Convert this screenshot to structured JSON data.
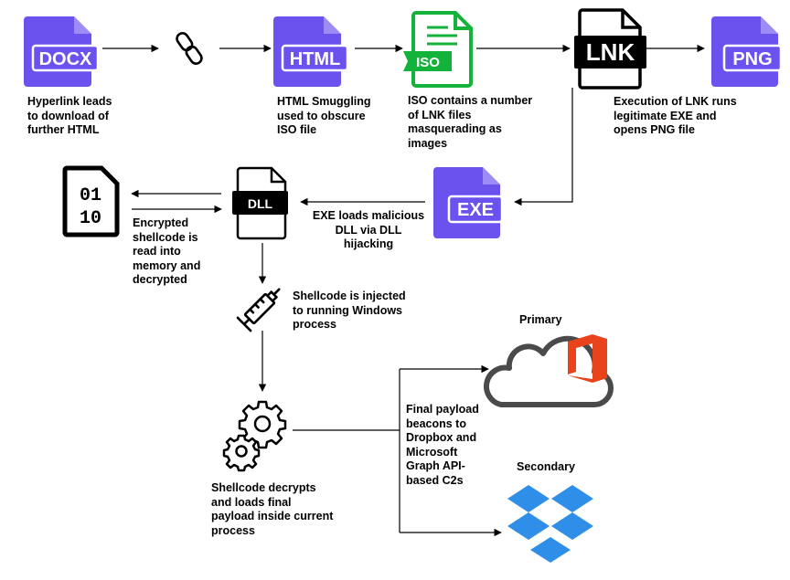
{
  "nodes": {
    "docx": {
      "icon_text": "DOCX",
      "caption": "Hyperlink leads\nto download of\nfurther HTML"
    },
    "html": {
      "icon_text": "HTML",
      "caption": "HTML Smuggling\nused to obscure\nISO file"
    },
    "iso": {
      "icon_text": "ISO",
      "caption": "ISO contains a number\nof LNK files\nmasquerading as\nimages"
    },
    "lnk": {
      "icon_text": "LNK",
      "caption": "Execution of LNK runs\nlegitimate EXE and\nopens PNG file"
    },
    "png": {
      "icon_text": "PNG"
    },
    "exe": {
      "icon_text": "EXE",
      "caption": "EXE loads malicious\nDLL via DLL\nhijacking"
    },
    "dll": {
      "icon_text": "DLL"
    },
    "binary": {
      "icon_text_top": "01",
      "icon_text_bottom": "10",
      "caption": "Encrypted\nshellcode is\nread into\nmemory and\ndecrypted"
    },
    "syringe": {
      "caption": "Shellcode is injected\nto running Windows\nprocess"
    },
    "gears": {
      "caption": "Shellcode decrypts\nand loads final\npayload inside current\nprocess"
    },
    "c2": {
      "caption": "Final payload\nbeacons to\nDropbox and\nMicrosoft\nGraph API-\nbased C2s",
      "primary_label": "Primary",
      "secondary_label": "Secondary"
    }
  },
  "colors": {
    "purple": "#6b52ee",
    "green": "#13b33b",
    "black": "#000000",
    "office_red": "#e8431b",
    "dropbox_blue": "#2f8ee8",
    "cloud_gray": "#4a4a4a"
  },
  "icons": {
    "chain": "chain-link-icon",
    "syringe": "syringe-icon",
    "gears": "gears-icon",
    "cloud": "cloud-icon",
    "office": "office-logo-icon",
    "dropbox": "dropbox-logo-icon"
  }
}
